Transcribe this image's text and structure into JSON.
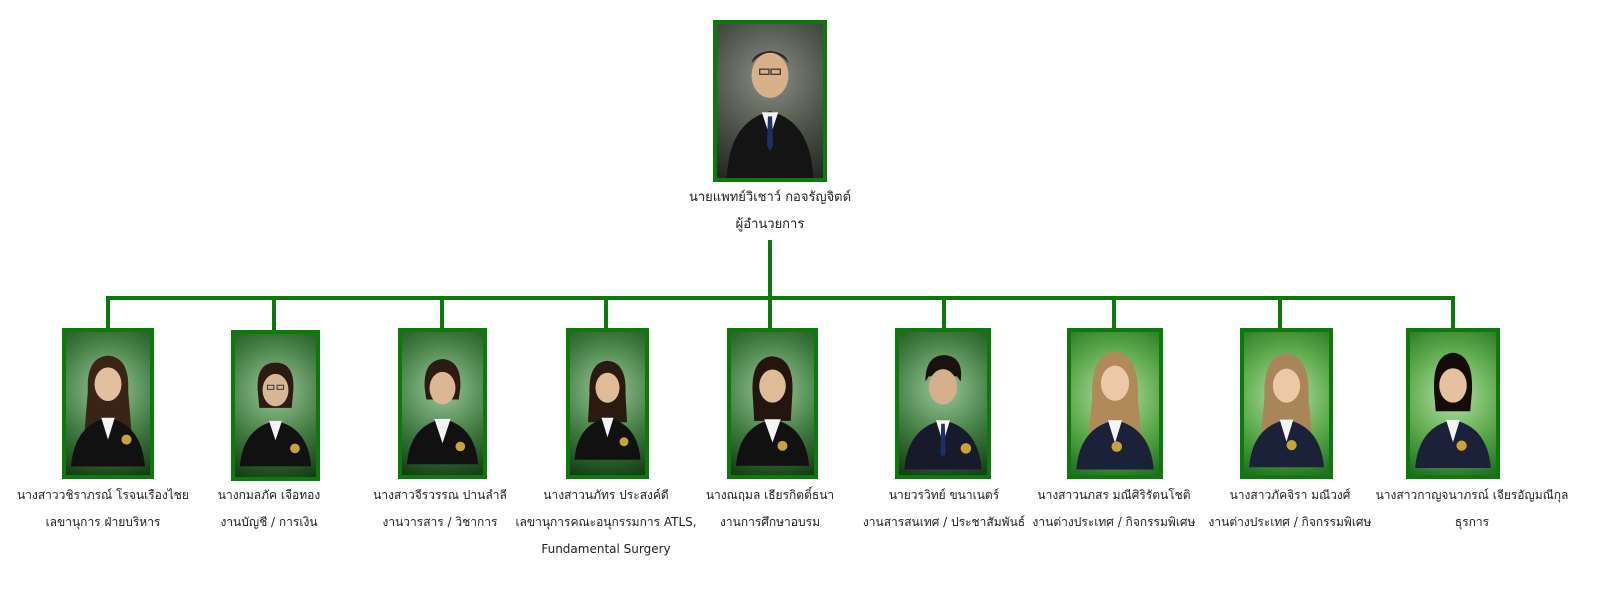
{
  "director": {
    "name": "นายแพทย์วิเชาว์ กอจรัญจิตต์",
    "role": "ผู้อำนวยการ"
  },
  "staff": [
    {
      "name": "นางสาววชิราภรณ์  โรจนเรืองไชย",
      "role": "เลขานุการ ฝ่ายบริหาร",
      "role2": ""
    },
    {
      "name": "นางกมลภัค เจือทอง",
      "role": "งานบัญชี / การเงิน",
      "role2": ""
    },
    {
      "name": "นางสาวจีรวรรณ ปานลำลี",
      "role": "งานวารสาร / วิชาการ",
      "role2": ""
    },
    {
      "name": "นางสาวนภัทร ประสงค์ดี",
      "role": "เลขานุการคณะอนุกรรมการ ATLS,",
      "role2": "Fundamental Surgery"
    },
    {
      "name": "นางณฤมล เธียรกิตติ์ธนา",
      "role": "งานการศึกษาอบรม",
      "role2": ""
    },
    {
      "name": "นายวรวิทย์ ขนาเนตร์",
      "role": "งานสารสนเทศ / ประชาสัมพันธ์",
      "role2": ""
    },
    {
      "name": "นางสาวนภสร มณีศิริรัตนโชติ",
      "role": "งานต่างประเทศ / กิจกรรมพิเศษ",
      "role2": ""
    },
    {
      "name": "นางสาวภัคจิรา มณีวงศ์",
      "role": "งานต่างประเทศ / กิจกรรมพิเศษ",
      "role2": ""
    },
    {
      "name": "นางสาวกาญจนาภรณ์ เจียรอัญมณีกุล",
      "role": "ธุรการ",
      "role2": ""
    }
  ],
  "colors": {
    "connector": "#0b7a0b",
    "frame": "#0b7a0b"
  }
}
